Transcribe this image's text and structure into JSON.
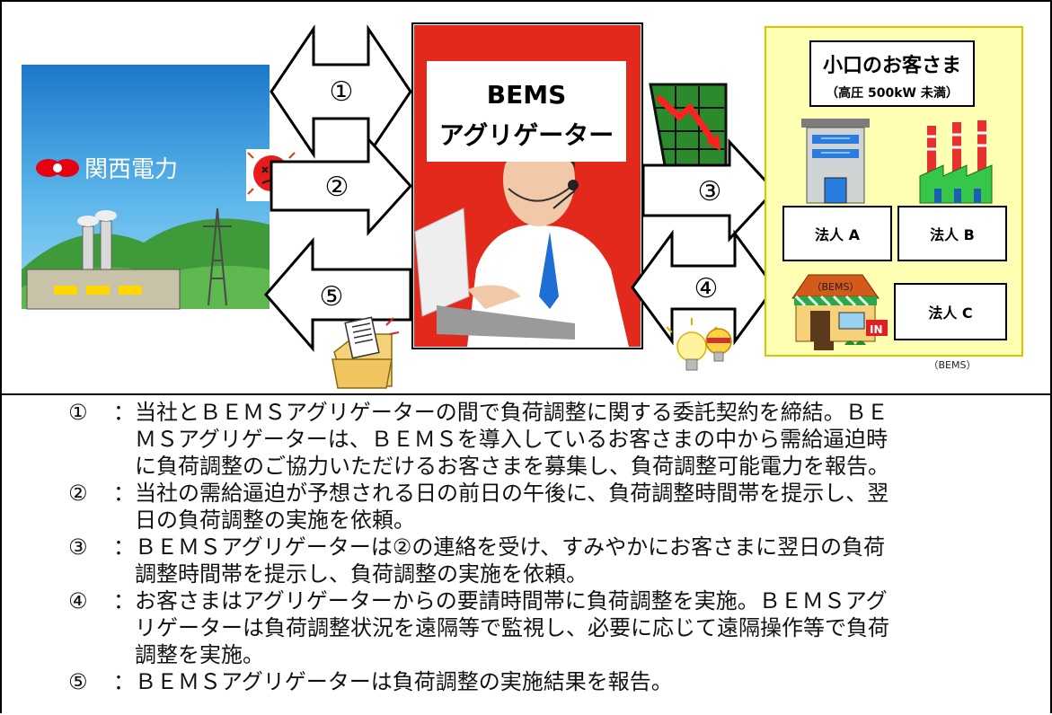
{
  "diagram": {
    "kepco_label": "関西電力",
    "center_title_1": "BEMS",
    "center_title_2": "アグリゲーター",
    "customers_title": "小口のお客さま",
    "customers_subtitle": "（高圧 500kW 未満）",
    "corp_a": "法人 A",
    "corp_b": "法人 B",
    "corp_c": "法人 C",
    "bems_small_1": "（BEMS）",
    "bems_small_2": "（BEMS）",
    "arrow_labels": [
      "①",
      "②",
      "③",
      "④",
      "⑤"
    ]
  },
  "steps": [
    {
      "num": "①",
      "colon": "：",
      "text": "当社とＢＥＭＳアグリゲーターの間で負荷調整に関する委託契約を締結。ＢＥ\nＭＳアグリゲーターは、ＢＥＭＳを導入しているお客さまの中から需給逼迫時\nに負荷調整のご協力いただけるお客さまを募集し、負荷調整可能電力を報告。"
    },
    {
      "num": "②",
      "colon": "：",
      "text": "当社の需給逼迫が予想される日の前日の午後に、負荷調整時間帯を提示し、翌\n日の負荷調整の実施を依頼。"
    },
    {
      "num": "③",
      "colon": "：",
      "text": "ＢＥＭＳアグリゲーターは②の連絡を受け、すみやかにお客さまに翌日の負荷\n調整時間帯を提示し、負荷調整の実施を依頼。"
    },
    {
      "num": "④",
      "colon": "：",
      "text": "お客さまはアグリゲーターからの要請時間帯に負荷調整を実施。ＢＥＭＳアグ\nリゲーターは負荷調整状況を遠隔等で監視し、必要に応じて遠隔操作等で負荷\n調整を実施。"
    },
    {
      "num": "⑤",
      "colon": "：",
      "text": "ＢＥＭＳアグリゲーターは負荷調整の実施結果を報告。"
    }
  ],
  "colors": {
    "kepco_bg_top": "#1e7fd0",
    "kepco_bg_bottom": "#6fc2ee",
    "center_bg": "#e02a1e",
    "customers_bg": "#ffffb4",
    "customers_border": "#e0c000"
  }
}
